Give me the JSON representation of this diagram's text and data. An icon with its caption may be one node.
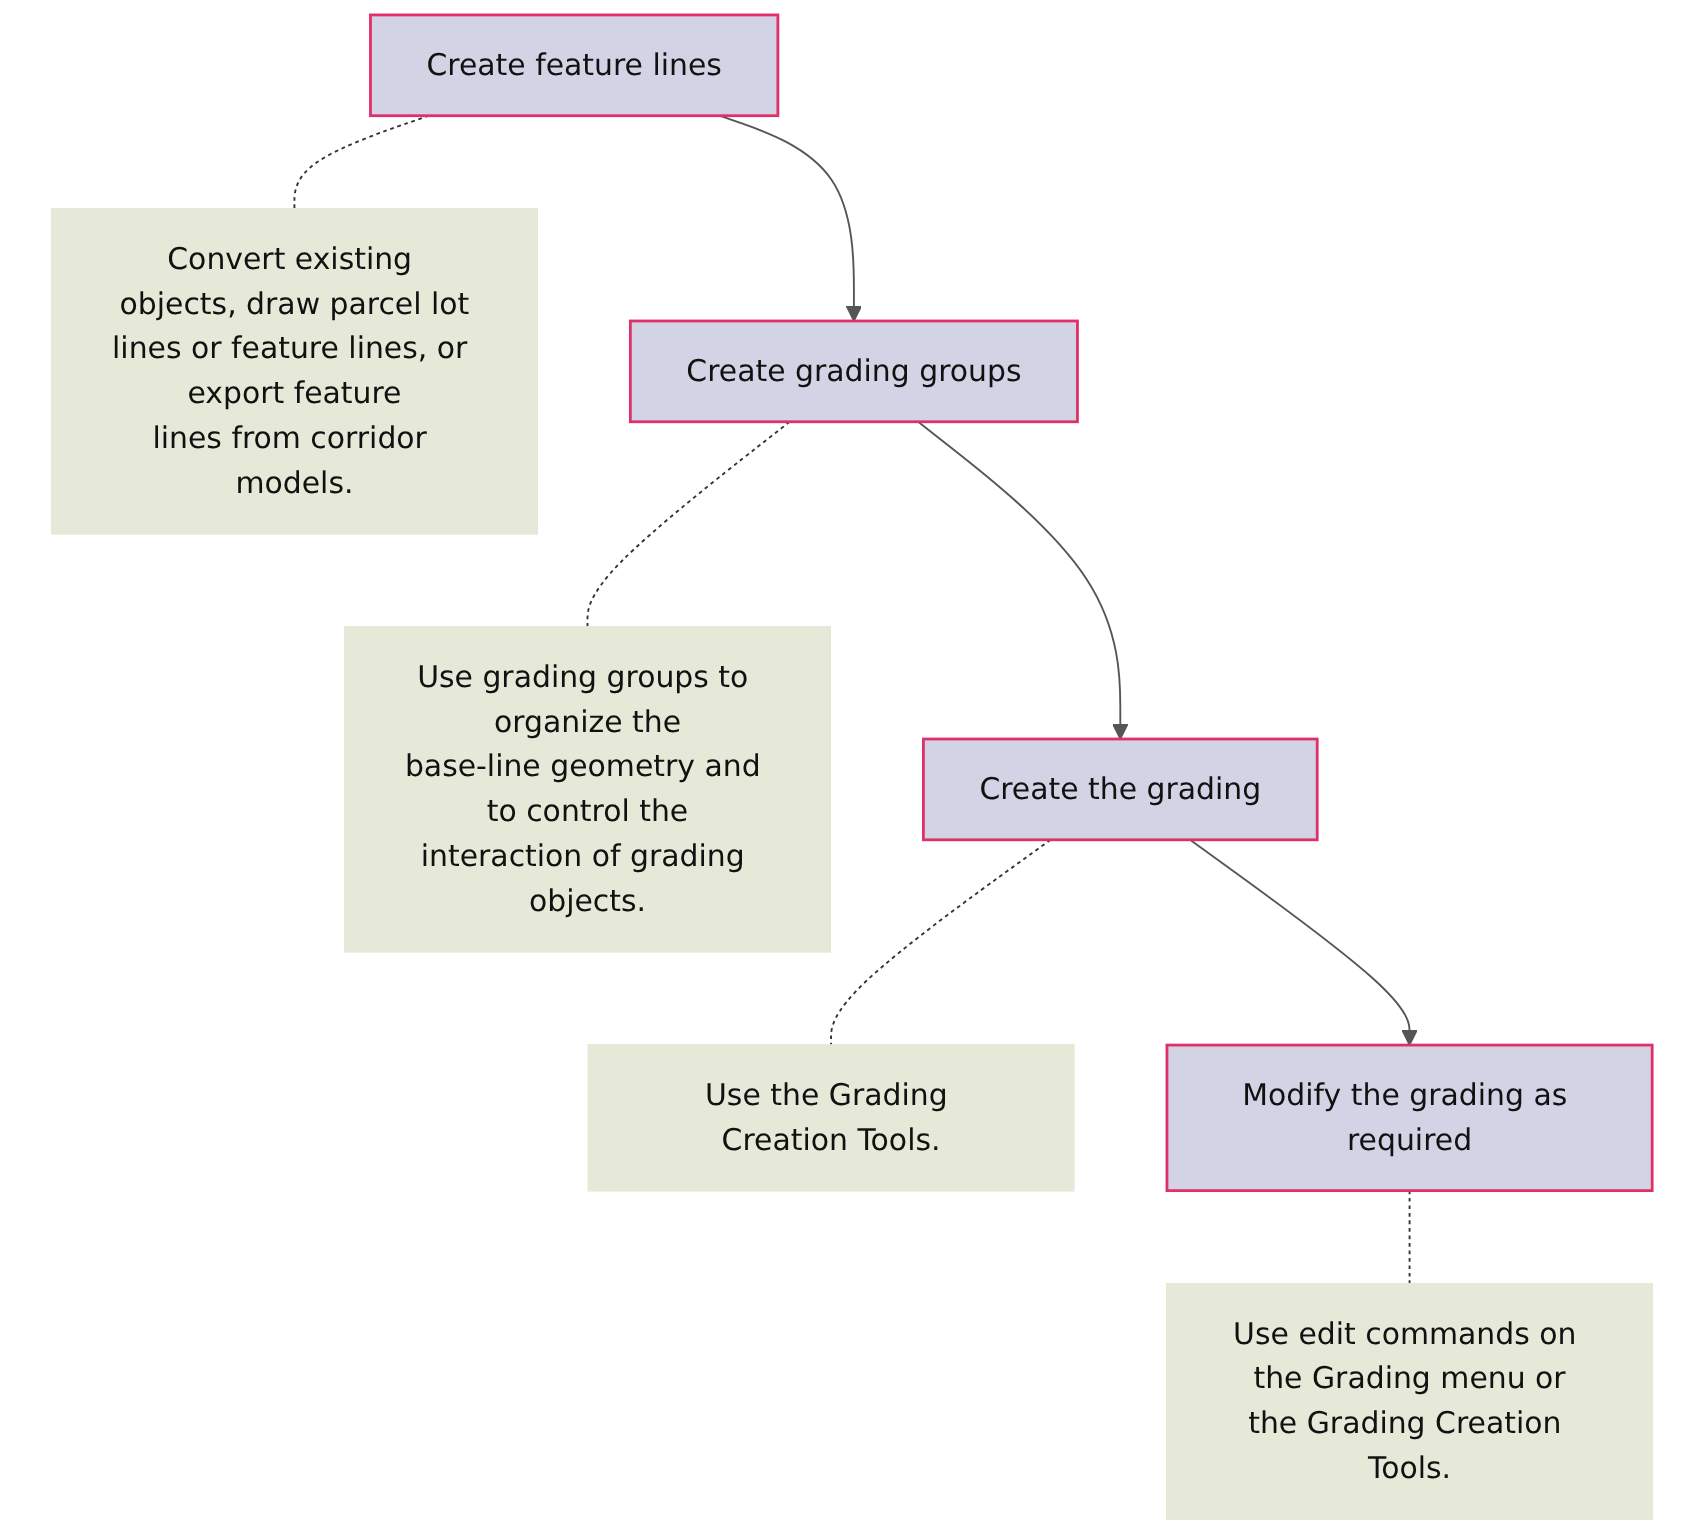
{
  "diagram": {
    "nodes": [
      {
        "text": [
          "Create feature lines"
        ]
      },
      {
        "text": [
          "Convert existing objects, draw parcel lot lines or feature lines, or export feature lines from corridor models."
        ]
      },
      {
        "text": [
          "Create grading groups"
        ]
      },
      {
        "text": [
          "Use grading groups to organize the base-line geometry and to control the interaction of grading objects."
        ]
      },
      {
        "text": [
          "Create the grading"
        ]
      },
      {
        "text": [
          "Use the Grading Creation Tools."
        ]
      },
      {
        "text": [
          "Modify the grading as required"
        ]
      },
      {
        "text": [
          "Use edit commands on the Grading menu or the Grading Creation Tools."
        ]
      }
    ],
    "edges": [
      {
        "from": 0,
        "to": 1,
        "arrow": "none",
        "style": "dashed"
      },
      {
        "from": 0,
        "to": 2,
        "arrow": "to"
      },
      {
        "from": 2,
        "to": 3,
        "arrow": "none",
        "style": "dashed"
      },
      {
        "from": 2,
        "to": 4,
        "arrow": "to"
      },
      {
        "from": 4,
        "to": 5,
        "arrow": "none",
        "style": "dashed"
      },
      {
        "from": 4,
        "to": 6,
        "arrow": "to"
      },
      {
        "from": 6,
        "to": 7,
        "arrow": "none",
        "style": "dashed"
      }
    ]
  }
}
